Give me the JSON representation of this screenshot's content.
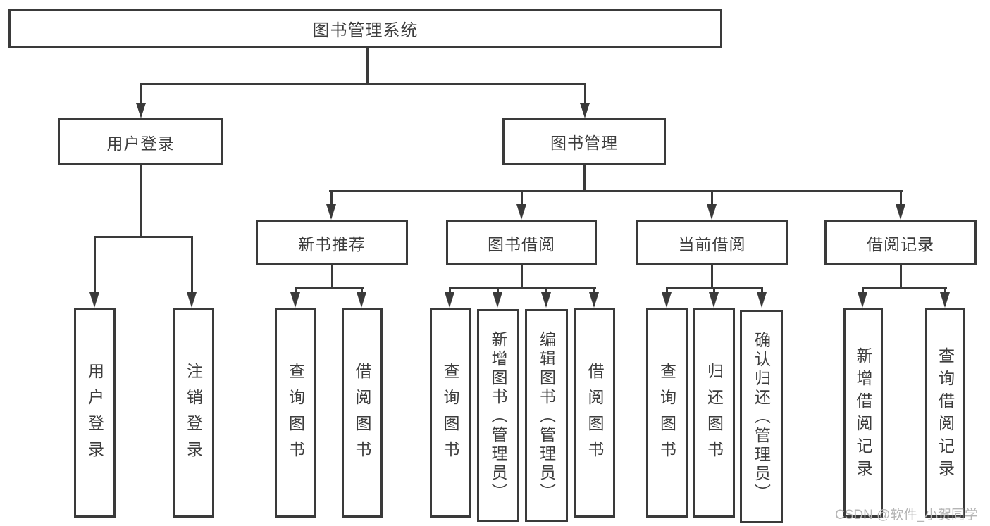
{
  "colors": {
    "line": "#3a3a3a",
    "text": "#3d3d3d",
    "background": "#ffffff",
    "watermark": "#b5b5b5"
  },
  "watermark": {
    "text": "CSDN @软件_小贺同学"
  },
  "tree": {
    "root": {
      "label": "图书管理系统"
    },
    "branches": [
      {
        "label": "用户登录",
        "children": [
          {
            "label": "用户登录"
          },
          {
            "label": "注销登录"
          }
        ]
      },
      {
        "label": "图书管理",
        "children": [
          {
            "label": "新书推荐",
            "children": [
              {
                "label": "查询图书"
              },
              {
                "label": "借阅图书"
              }
            ]
          },
          {
            "label": "图书借阅",
            "children": [
              {
                "label": "查询图书"
              },
              {
                "label": "新增图书（管理员）"
              },
              {
                "label": "编辑图书（管理员）"
              },
              {
                "label": "借阅图书"
              }
            ]
          },
          {
            "label": "当前借阅",
            "children": [
              {
                "label": "查询图书"
              },
              {
                "label": "归还图书"
              },
              {
                "label": "确认归还（管理员）"
              }
            ]
          },
          {
            "label": "借阅记录",
            "children": [
              {
                "label": "新增借阅记录"
              },
              {
                "label": "查询借阅记录"
              }
            ]
          }
        ]
      }
    ]
  }
}
